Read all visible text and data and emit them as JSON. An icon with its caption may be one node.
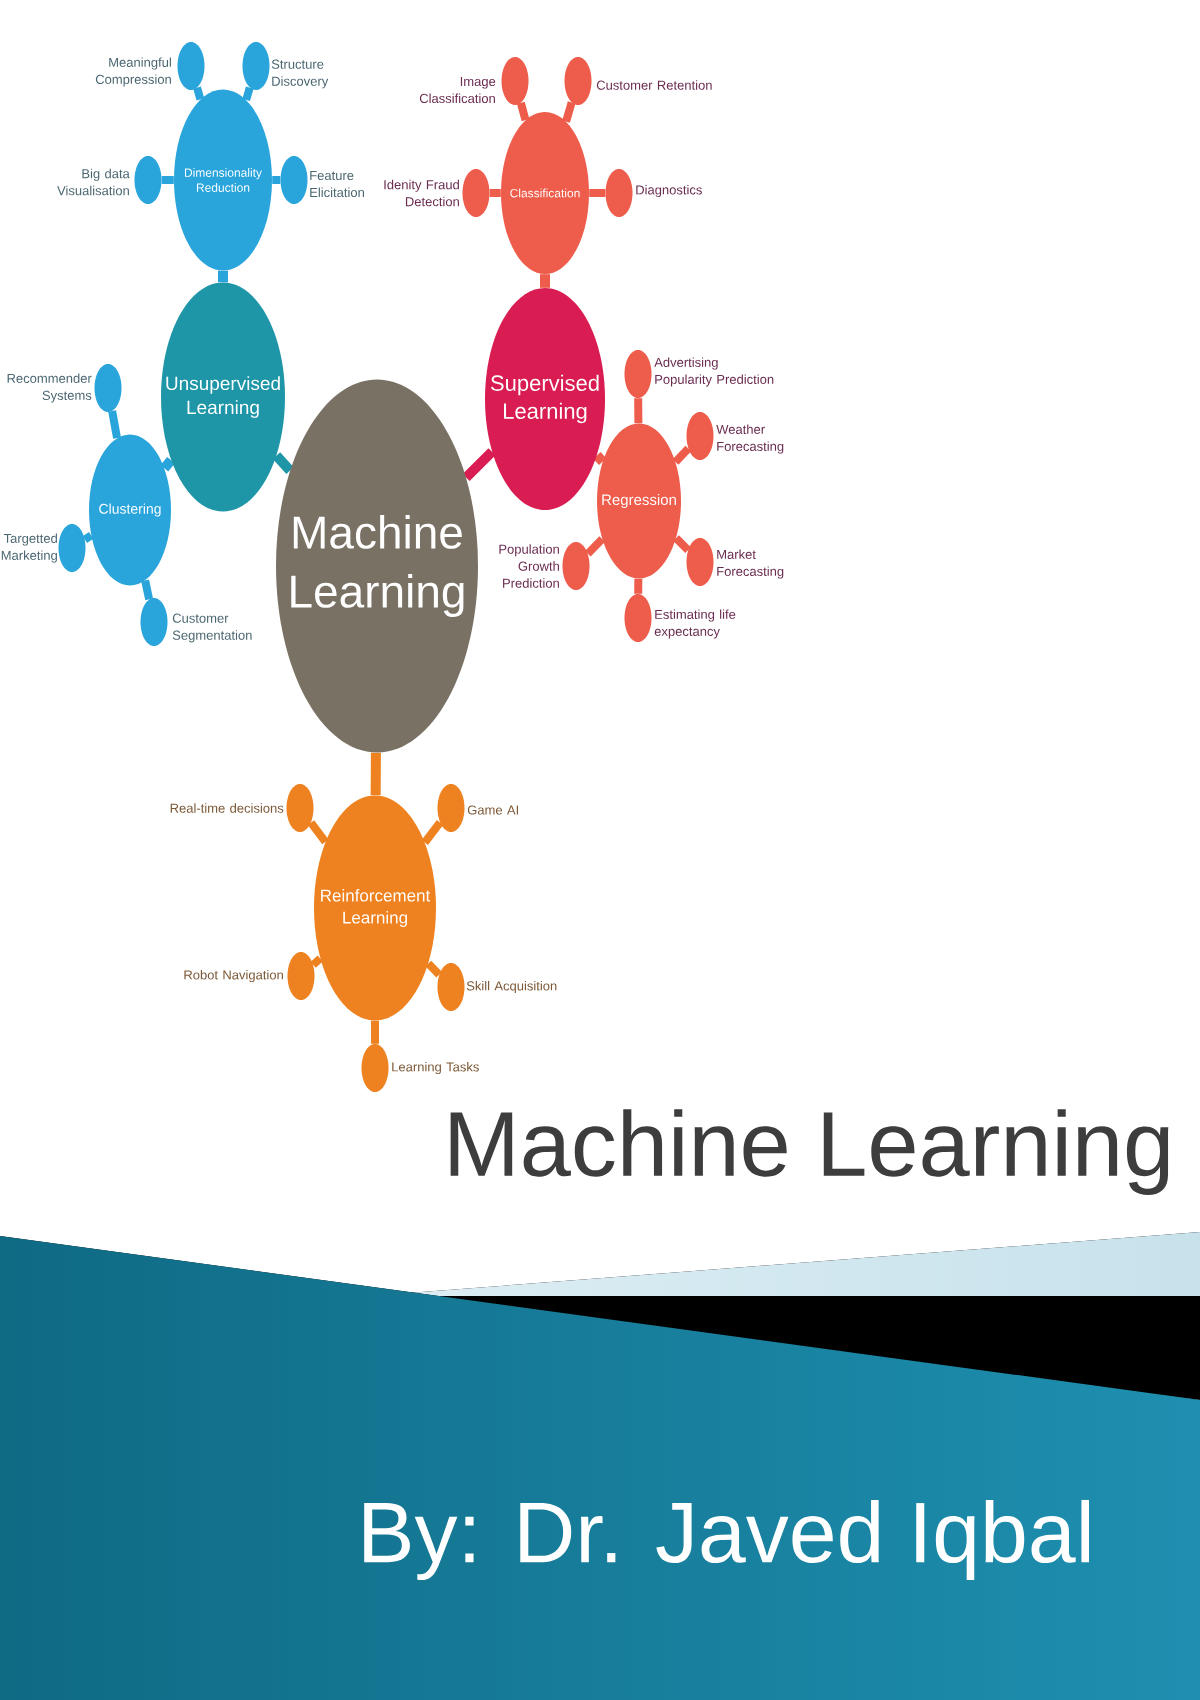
{
  "diagram": {
    "title": "Machine Learning",
    "nodes": [
      {
        "text": [],
        "shape": "circle",
        "beside": [
          "Meaningful Compression"
        ]
      },
      {
        "text": [],
        "shape": "circle",
        "beside": [
          "Structure Discovery"
        ]
      },
      {
        "text": [],
        "shape": "circle",
        "beside": [
          "Image Classification"
        ]
      },
      {
        "text": [],
        "shape": "circle",
        "beside": [
          "Customer Retention"
        ]
      },
      {
        "text": [],
        "shape": "circle",
        "beside": [
          "Big data Visualisation"
        ]
      },
      {
        "text": [
          "Dimensionality Reduction"
        ]
      },
      {
        "text": [],
        "shape": "circle",
        "beside": [
          "Feature Elicitation"
        ]
      },
      {
        "text": [],
        "shape": "circle",
        "beside": [
          "Idenity Fraud Detection"
        ]
      },
      {
        "text": [
          "Classification"
        ]
      },
      {
        "text": [],
        "shape": "circle",
        "beside": [
          "Diagnostics"
        ]
      },
      {
        "text": [],
        "shape": "circle",
        "beside": [
          "Recommender Systems"
        ]
      },
      {
        "text": [
          "Unsupervised Learning"
        ]
      },
      {
        "text": [
          "Supervised Learning"
        ]
      },
      {
        "text": [],
        "shape": "circle",
        "beside": [
          "Advertising Popularity Prediction"
        ]
      },
      {
        "text": [],
        "shape": "circle",
        "beside": [
          "Weather Forecasting"
        ]
      },
      {
        "text": [
          "Clustering"
        ]
      },
      {
        "text": [
          "Regression"
        ]
      },
      {
        "text": [],
        "shape": "circle",
        "beside": [
          "Targetted Marketing"
        ]
      },
      {
        "text": [
          "Machine Learning"
        ]
      },
      {
        "text": [],
        "shape": "circle",
        "beside": [
          "Population Growth Prediction"
        ]
      },
      {
        "text": [],
        "shape": "circle",
        "beside": [
          "Market Forecasting"
        ]
      },
      {
        "text": [],
        "shape": "circle",
        "beside": [
          "Customer Segmentation"
        ]
      },
      {
        "text": [],
        "shape": "circle",
        "beside": [
          "Estimating life expectancy"
        ]
      },
      {
        "text": [],
        "shape": "circle",
        "beside": [
          "Real-time decisions"
        ]
      },
      {
        "text": [],
        "shape": "circle",
        "beside": [
          "Game AI"
        ]
      },
      {
        "text": [
          "Reinforcement Learning"
        ]
      },
      {
        "text": [],
        "shape": "circle",
        "beside": [
          "Robot Navigation"
        ]
      },
      {
        "text": [],
        "shape": "circle",
        "beside": [
          "Skill Acquisition"
        ]
      },
      {
        "text": [],
        "shape": "circle",
        "beside": [
          "Learning Tasks"
        ]
      }
    ],
    "edges": [
      {
        "from": 18,
        "to": 11,
        "arrow": "none",
        "color": "#1e96a8"
      },
      {
        "from": 18,
        "to": 12,
        "arrow": "none",
        "color": "#d91c52"
      },
      {
        "from": 18,
        "to": 25,
        "arrow": "none",
        "color": "#ef8220"
      },
      {
        "from": 11,
        "to": 5,
        "arrow": "none",
        "color": "#2aa5dc"
      },
      {
        "from": 11,
        "to": 15,
        "arrow": "none",
        "color": "#2aa5dc"
      },
      {
        "from": 12,
        "to": 8,
        "arrow": "none",
        "color": "#ee5c4b"
      },
      {
        "from": 12,
        "to": 16,
        "arrow": "none",
        "color": "#ee5c4b"
      },
      {
        "from": 5,
        "to": 0,
        "arrow": "none",
        "color": "#2aa5dc"
      },
      {
        "from": 5,
        "to": 1,
        "arrow": "none",
        "color": "#2aa5dc"
      },
      {
        "from": 5,
        "to": 4,
        "arrow": "none",
        "color": "#2aa5dc"
      },
      {
        "from": 5,
        "to": 6,
        "arrow": "none",
        "color": "#2aa5dc"
      },
      {
        "from": 8,
        "to": 2,
        "arrow": "none",
        "color": "#ee5c4b"
      },
      {
        "from": 8,
        "to": 3,
        "arrow": "none",
        "color": "#ee5c4b"
      },
      {
        "from": 8,
        "to": 7,
        "arrow": "none",
        "color": "#ee5c4b"
      },
      {
        "from": 8,
        "to": 9,
        "arrow": "none",
        "color": "#ee5c4b"
      },
      {
        "from": 15,
        "to": 10,
        "arrow": "none",
        "color": "#2aa5dc"
      },
      {
        "from": 15,
        "to": 17,
        "arrow": "none",
        "color": "#2aa5dc"
      },
      {
        "from": 15,
        "to": 21,
        "arrow": "none",
        "color": "#2aa5dc"
      },
      {
        "from": 16,
        "to": 13,
        "arrow": "none",
        "color": "#ee5c4b"
      },
      {
        "from": 16,
        "to": 14,
        "arrow": "none",
        "color": "#ee5c4b"
      },
      {
        "from": 16,
        "to": 19,
        "arrow": "none",
        "color": "#ee5c4b"
      },
      {
        "from": 16,
        "to": 20,
        "arrow": "none",
        "color": "#ee5c4b"
      },
      {
        "from": 16,
        "to": 22,
        "arrow": "none",
        "color": "#ee5c4b"
      },
      {
        "from": 25,
        "to": 23,
        "arrow": "none",
        "color": "#ef8220"
      },
      {
        "from": 25,
        "to": 24,
        "arrow": "none",
        "color": "#ef8220"
      },
      {
        "from": 25,
        "to": 26,
        "arrow": "none",
        "color": "#ef8220"
      },
      {
        "from": 25,
        "to": 27,
        "arrow": "none",
        "color": "#ef8220"
      },
      {
        "from": 25,
        "to": 28,
        "arrow": "none",
        "color": "#ef8220"
      }
    ],
    "labels": [
      "By: Dr. Javed Iqbal"
    ]
  }
}
